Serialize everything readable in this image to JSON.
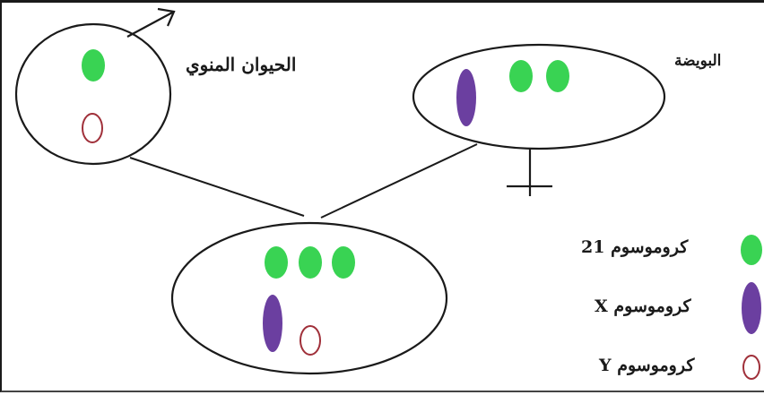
{
  "labels": {
    "sperm": "الحيوان المنوي",
    "egg": "البويضة"
  },
  "legend": [
    {
      "key": "chr21",
      "text": "كروموسوم 21",
      "shape": "filled-oval",
      "color": "#39d353"
    },
    {
      "key": "chrX",
      "text": "كروموسوم X",
      "shape": "filled-elongated-oval",
      "color": "#6b3fa0"
    },
    {
      "key": "chrY",
      "text": "كروموسوم Y",
      "shape": "hollow-oval",
      "color": "#a0303a"
    }
  ],
  "symbols": {
    "male": "male-symbol",
    "female": "female-symbol"
  },
  "colors": {
    "chr21": "#39d353",
    "chrX": "#6b3fa0",
    "chrY": "#a0303a",
    "outline": "#1a1a1a"
  }
}
